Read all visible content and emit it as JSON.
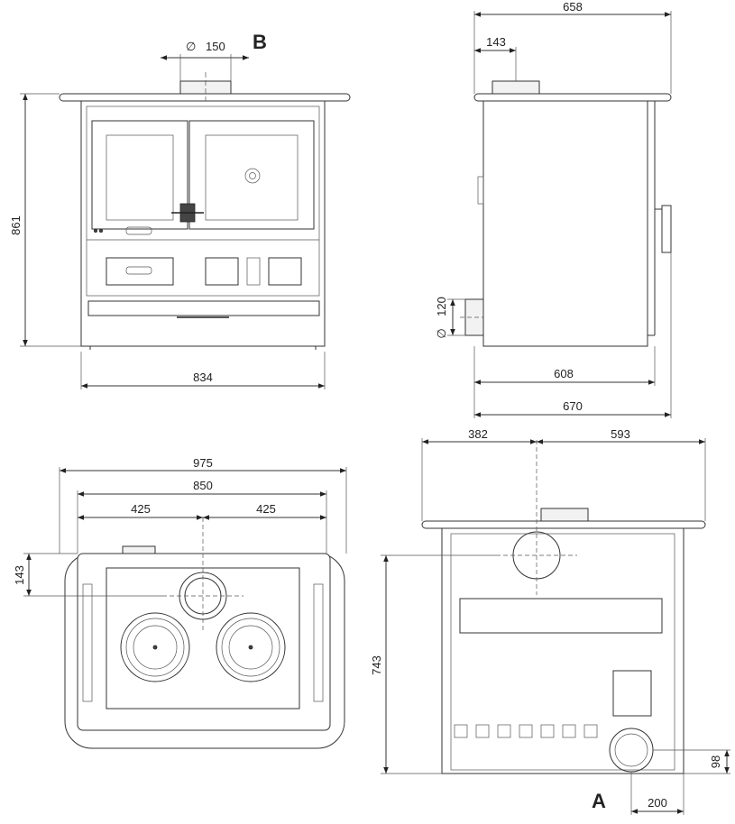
{
  "front_view": {
    "label": "B",
    "flue_symbol": "∅",
    "flue_diameter": "150",
    "height": "861",
    "width": "834"
  },
  "side_view": {
    "overall_depth": "658",
    "flue_offset": "143",
    "outlet_symbol": "∅",
    "outlet_diameter": "120",
    "body_depth": "608",
    "base_depth": "670"
  },
  "top_view": {
    "overall_width": "975",
    "inner_width": "850",
    "half_left": "425",
    "half_right": "425",
    "flue_offset": "143"
  },
  "rear_view": {
    "left_offset": "382",
    "right_offset": "593",
    "height": "743",
    "label": "A",
    "outlet_height": "98",
    "outlet_offset": "200"
  }
}
